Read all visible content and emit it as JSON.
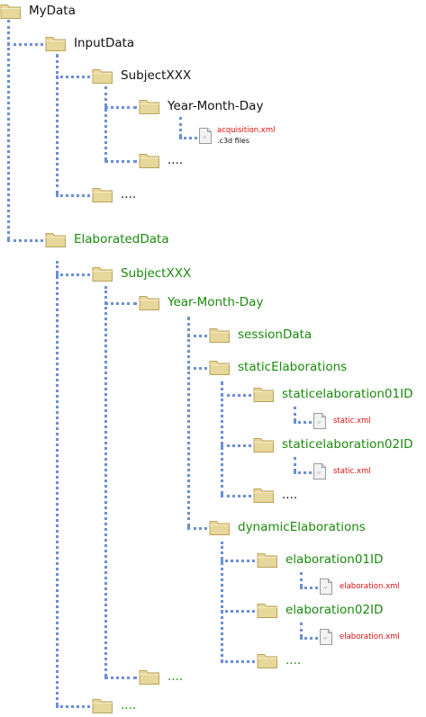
{
  "colors": {
    "dark_text": "#111111",
    "green_text": "#1a8a0c",
    "red_text": "#dd1111",
    "connector": "#6b8fd6",
    "folder": "#e8d79a"
  },
  "tree": {
    "root": "MyData",
    "input_data": {
      "label": "InputData",
      "subject": "SubjectXXX",
      "date": "Year-Month-Day",
      "file": "acquisition.xml",
      "file_note": ".c3d files",
      "ellipsis_date": "....",
      "ellipsis_subject": "...."
    },
    "elaborated_data": {
      "label": "ElaboratedData",
      "subject": "SubjectXXX",
      "date": "Year-Month-Day",
      "session_data": "sessionData",
      "static_elaborations": "staticElaborations",
      "static_el_01": "staticelaboration01ID",
      "static_file_01": "static.xml",
      "static_el_02": "staticelaboration02ID",
      "static_file_02": "static.xml",
      "static_ellipsis": "....",
      "dynamic_elaborations": "dynamicElaborations",
      "dyn_el_01": "elaboration01ID",
      "dyn_file_01": "elaboration.xml",
      "dyn_el_02": "elaboration02ID",
      "dyn_file_02": "elaboration.xml",
      "dyn_ellipsis": "....",
      "ellipsis_date": "....",
      "ellipsis_subject": "...."
    }
  }
}
